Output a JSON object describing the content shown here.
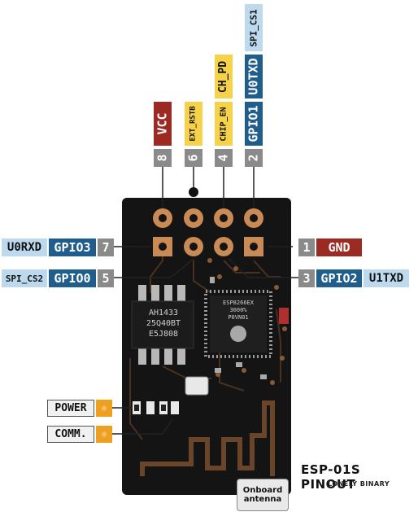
{
  "title": "ESP-01S PINOUT",
  "subtitle": "LONELY BINARY",
  "top_pins": {
    "p8": {
      "num": "8",
      "labels": [
        "VCC"
      ]
    },
    "p6": {
      "num": "6",
      "labels": [
        "EXT_RSTB"
      ]
    },
    "p4": {
      "num": "4",
      "labels": [
        "CHIP_EN",
        "CH_PD"
      ]
    },
    "p2": {
      "num": "2",
      "labels": [
        "GPIO1",
        "U0TXD",
        "SPI_CS1"
      ]
    }
  },
  "left_pins": {
    "p7": {
      "num": "7",
      "gpio": "GPIO3",
      "alt": "U0RXD"
    },
    "p5": {
      "num": "5",
      "gpio": "GPIO0",
      "alt": "SPI_CS2"
    }
  },
  "right_pins": {
    "p1": {
      "num": "1",
      "label": "GND"
    },
    "p3": {
      "num": "3",
      "gpio": "GPIO2",
      "alt": "U1TXD"
    }
  },
  "leds": {
    "power": "POWER",
    "comm": "COMM."
  },
  "antenna": {
    "line1": "Onboard",
    "line2": "antenna"
  },
  "chips": {
    "flash": {
      "line1": "AH1433",
      "line2": "25Q40BT",
      "line3": "E5J808"
    },
    "mcu": {
      "line1": "ESP8266EX",
      "line2": "3000%",
      "line3": "P0VN01"
    }
  },
  "colors": {
    "board": "#141414",
    "gpio": "#1f5d8c",
    "power": "#9c2a22",
    "special": "#f5d24a",
    "alt": "#bcd9ee",
    "pin_number": "#8a8a8a",
    "trace": "#5a3a24",
    "pad": "#c98a55"
  }
}
